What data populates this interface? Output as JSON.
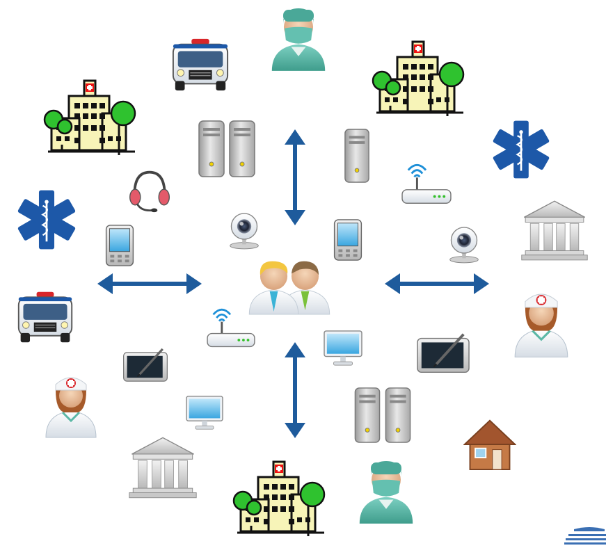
{
  "diagram": {
    "center": {
      "icon": "collaborators-icon"
    },
    "arrow_color": "#1e5b9c",
    "arrows": [
      "arrow-up-down",
      "arrow-left-right",
      "arrow-left-right",
      "arrow-up-down"
    ],
    "nodes": [
      "hospital-icon",
      "ambulance-icon",
      "surgeon-icon",
      "hospital-icon",
      "star-of-life-icon",
      "server-icon",
      "headset-icon",
      "router-icon",
      "star-of-life-icon",
      "tablet-device-icon",
      "webcam-icon",
      "bank-icon",
      "ambulance-icon",
      "nurse-icon",
      "monitor-icon",
      "drawing-tablet-icon",
      "house-icon",
      "surgeon-icon"
    ]
  },
  "colors": {
    "medical_blue": "#1d58a8",
    "scrubs_teal": "#5bb8a6",
    "hospital_yellow": "#f7f4b8",
    "tree_green": "#2fc22f",
    "server_gray": "#b8b8b8",
    "nurse_red": "#d8262a",
    "house_orange": "#c57a46"
  }
}
